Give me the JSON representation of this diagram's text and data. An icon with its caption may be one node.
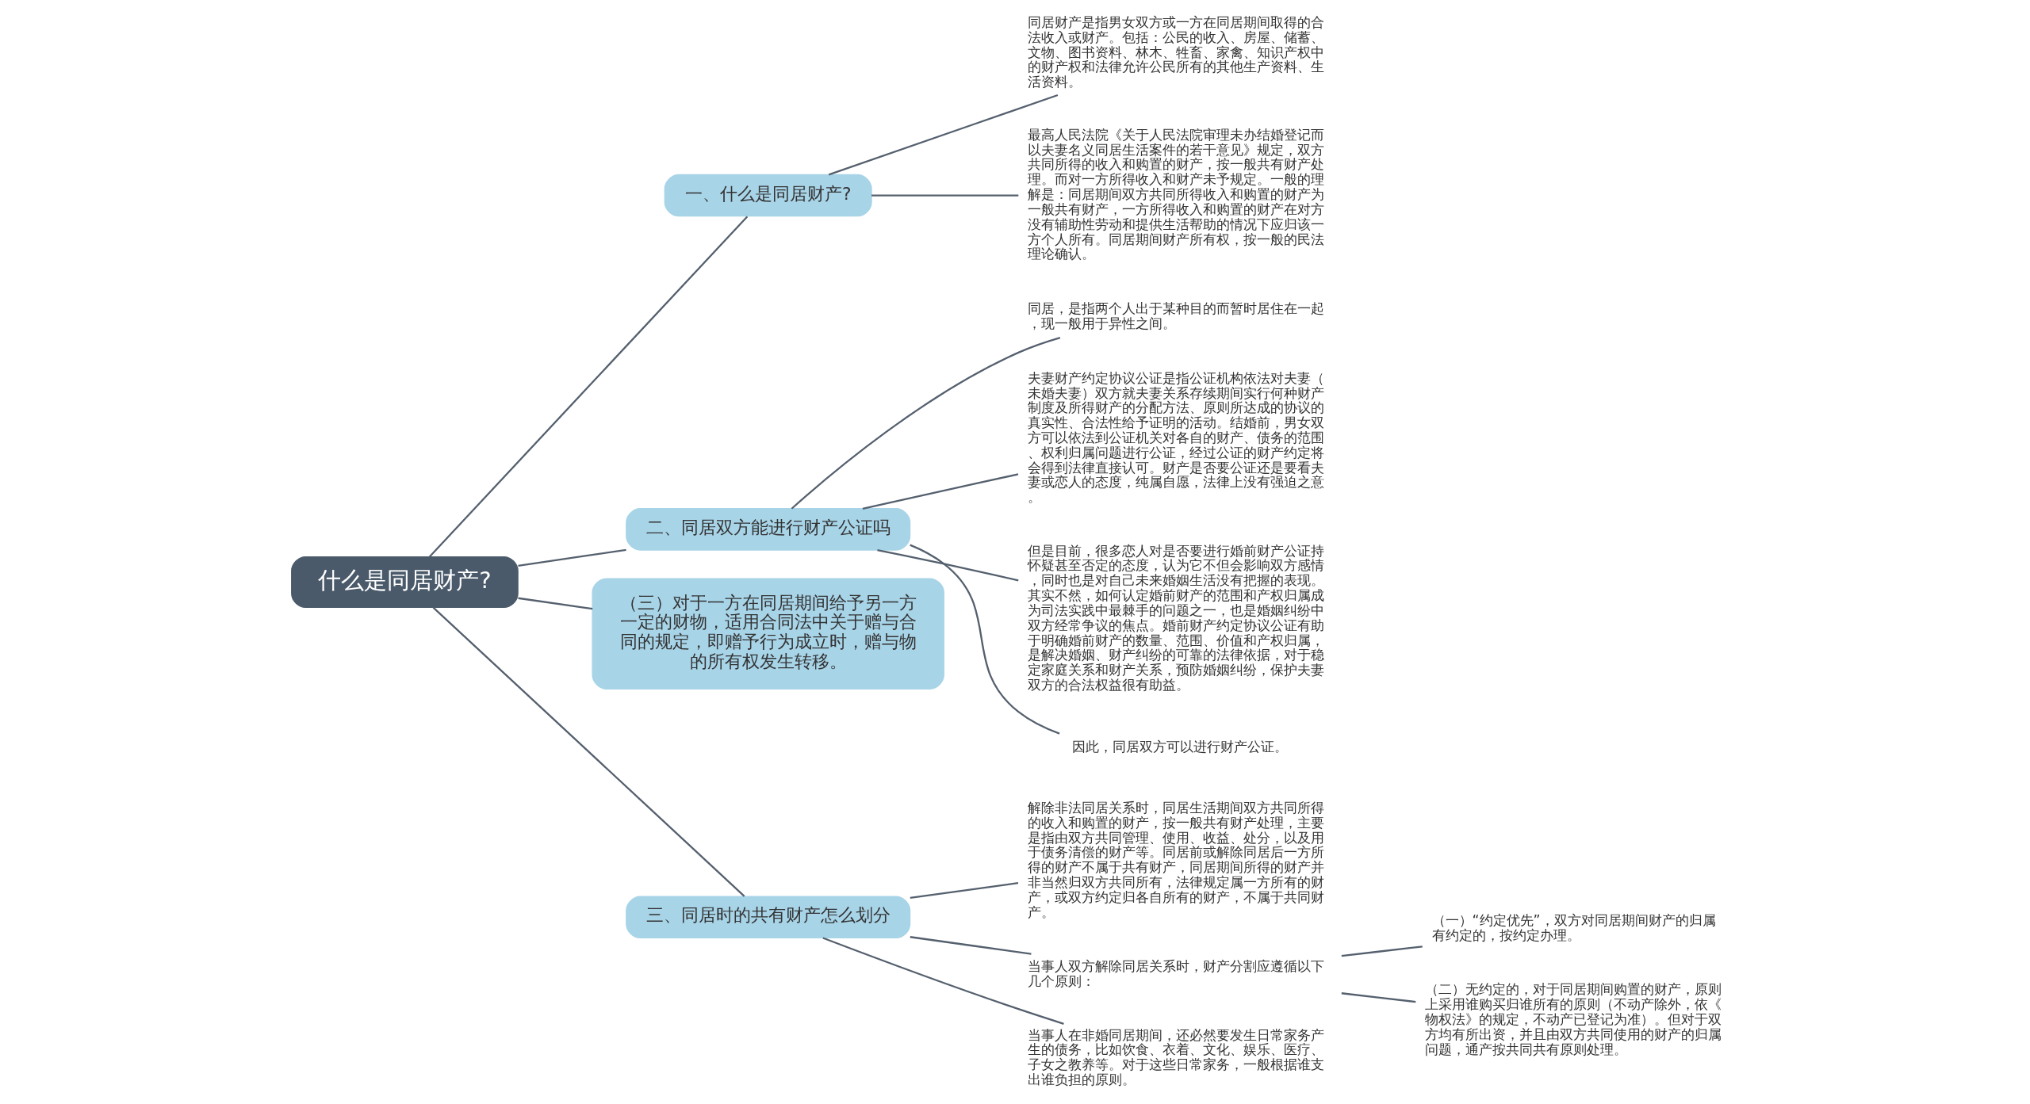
{
  "diagram": {
    "nodes": [
      {
        "text": [
          "什么是同居财产?"
        ]
      },
      {
        "text": [
          "一、什么是同居财产?"
        ]
      },
      {
        "text": [
          "同居财产是指男女双方或一方在同居期间取得的合法收入或财产。包括：公民的收入、房屋、储蓄、文物、图书资料、林木、牲畜、家禽、知识产权中的财产权和法律允许公民所有的其他生产资料、生活资料。"
        ]
      },
      {
        "text": [
          "最高人民法院《关于人民法院审理未办结婚登记而以夫妻名义同居生活案件的若干意见》规定，双方共同所得的收入和购置的财产，按一般共有财产处理。而对一方所得收入和财产未予规定。一般的理解是：同居期间双方共同所得收入和购置的财产为一般共有财产，一方所得收入和购置的财产在对方没有辅助性劳动和提供生活帮助的情况下应归该一方个人所有。同居期间财产所有权，按一般的民法理论确认。"
        ]
      },
      {
        "text": [
          "二、同居双方能进行财产公证吗"
        ]
      },
      {
        "text": [
          "同居，是指两个人出于某种目的而暂时居住在一起，现一般用于异性之间。"
        ]
      },
      {
        "text": [
          "夫妻财产约定协议公证是指公证机构依法对夫妻（未婚夫妻）双方就夫妻关系存续期间实行何种财产制度及所得财产的分配方法、原则所达成的协议的真实性、合法性给予证明的活动。结婚前，男女双方可以依法到公证机关对各自的财产、债务的范围、权利归属问题进行公证，经过公证的财产约定将会得到法律直接认可。财产是否要公证还是要看夫妻或恋人的态度，纯属自愿，法律上没有强迫之意。"
        ]
      },
      {
        "text": [
          "但是目前，很多恋人对是否要进行婚前财产公证持怀疑甚至否定的态度，认为它不但会影响双方感情，同时也是对自己未来婚姻生活没有把握的表现。其实不然，如何认定婚前财产的范围和产权归属成为司法实践中最棘手的问题之一，也是婚姻纠纷中双方经常争议的焦点。婚前财产约定协议公证有助于明确婚前财产的数量、范围、价值和产权归属，是解决婚姻、财产纠纷的可靠的法律依据，对于稳定家庭关系和财产关系，预防婚姻纠纷，保护夫妻双方的合法权益很有助益。"
        ]
      },
      {
        "text": [
          "因此，同居双方可以进行财产公证。"
        ]
      },
      {
        "text": [
          "（三）对于一方在同居期间给予另一方一定的财物，适用合同法中关于赠与合同的规定，即赠予行为成立时，赠与物的所有权发生转移。"
        ]
      },
      {
        "text": [
          "三、同居时的共有财产怎么划分"
        ]
      },
      {
        "text": [
          "解除非法同居关系时，同居生活期间双方共同所得的收入和购置的财产，按一般共有财产处理，主要是指由双方共同管理、使用、收益、处分，以及用于债务清偿的财产等。同居前或解除同居后一方所得的财产不属于共有财产，同居期间所得的财产并非当然归双方共同所有，法律规定属一方所有的财产，或双方约定归各自所有的财产，不属于共同财产。"
        ]
      },
      {
        "text": [
          "当事人双方解除同居关系时，财产分割应遵循以下几个原则："
        ]
      },
      {
        "text": [
          "（一）“约定优先”，双方对同居期间财产的归属有约定的，按约定办理。"
        ]
      },
      {
        "text": [
          "（二）无约定的，对于同居期间购置的财产，原则上采用谁购买归谁所有的原则（不动产除外，依《物权法》的规定，不动产已登记为准）。但对于双方均有所出资，并且由双方共同使用的财产的归属问题，通产按共同共有原则处理。"
        ]
      },
      {
        "text": [
          "当事人在非婚同居期间，还必然要发生日常家务产生的债务，比如饮食、衣着、文化、娱乐、医疗、子女之教养等。对于这些日常家务，一般根据谁支出谁负担的原则。"
        ]
      }
    ],
    "edges": [
      {
        "from": 0,
        "to": 1,
        "arrow": "none"
      },
      {
        "from": 1,
        "to": 2,
        "arrow": "none"
      },
      {
        "from": 1,
        "to": 3,
        "arrow": "none"
      },
      {
        "from": 0,
        "to": 4,
        "arrow": "none"
      },
      {
        "from": 4,
        "to": 5,
        "arrow": "none"
      },
      {
        "from": 4,
        "to": 6,
        "arrow": "none"
      },
      {
        "from": 4,
        "to": 7,
        "arrow": "none"
      },
      {
        "from": 4,
        "to": 8,
        "arrow": "none"
      },
      {
        "from": 0,
        "to": 9,
        "arrow": "none"
      },
      {
        "from": 0,
        "to": 10,
        "arrow": "none"
      },
      {
        "from": 10,
        "to": 11,
        "arrow": "none"
      },
      {
        "from": 10,
        "to": 12,
        "arrow": "none"
      },
      {
        "from": 10,
        "to": 15,
        "arrow": "none"
      },
      {
        "from": 12,
        "to": 13,
        "arrow": "none"
      },
      {
        "from": 12,
        "to": 14,
        "arrow": "none"
      }
    ]
  }
}
